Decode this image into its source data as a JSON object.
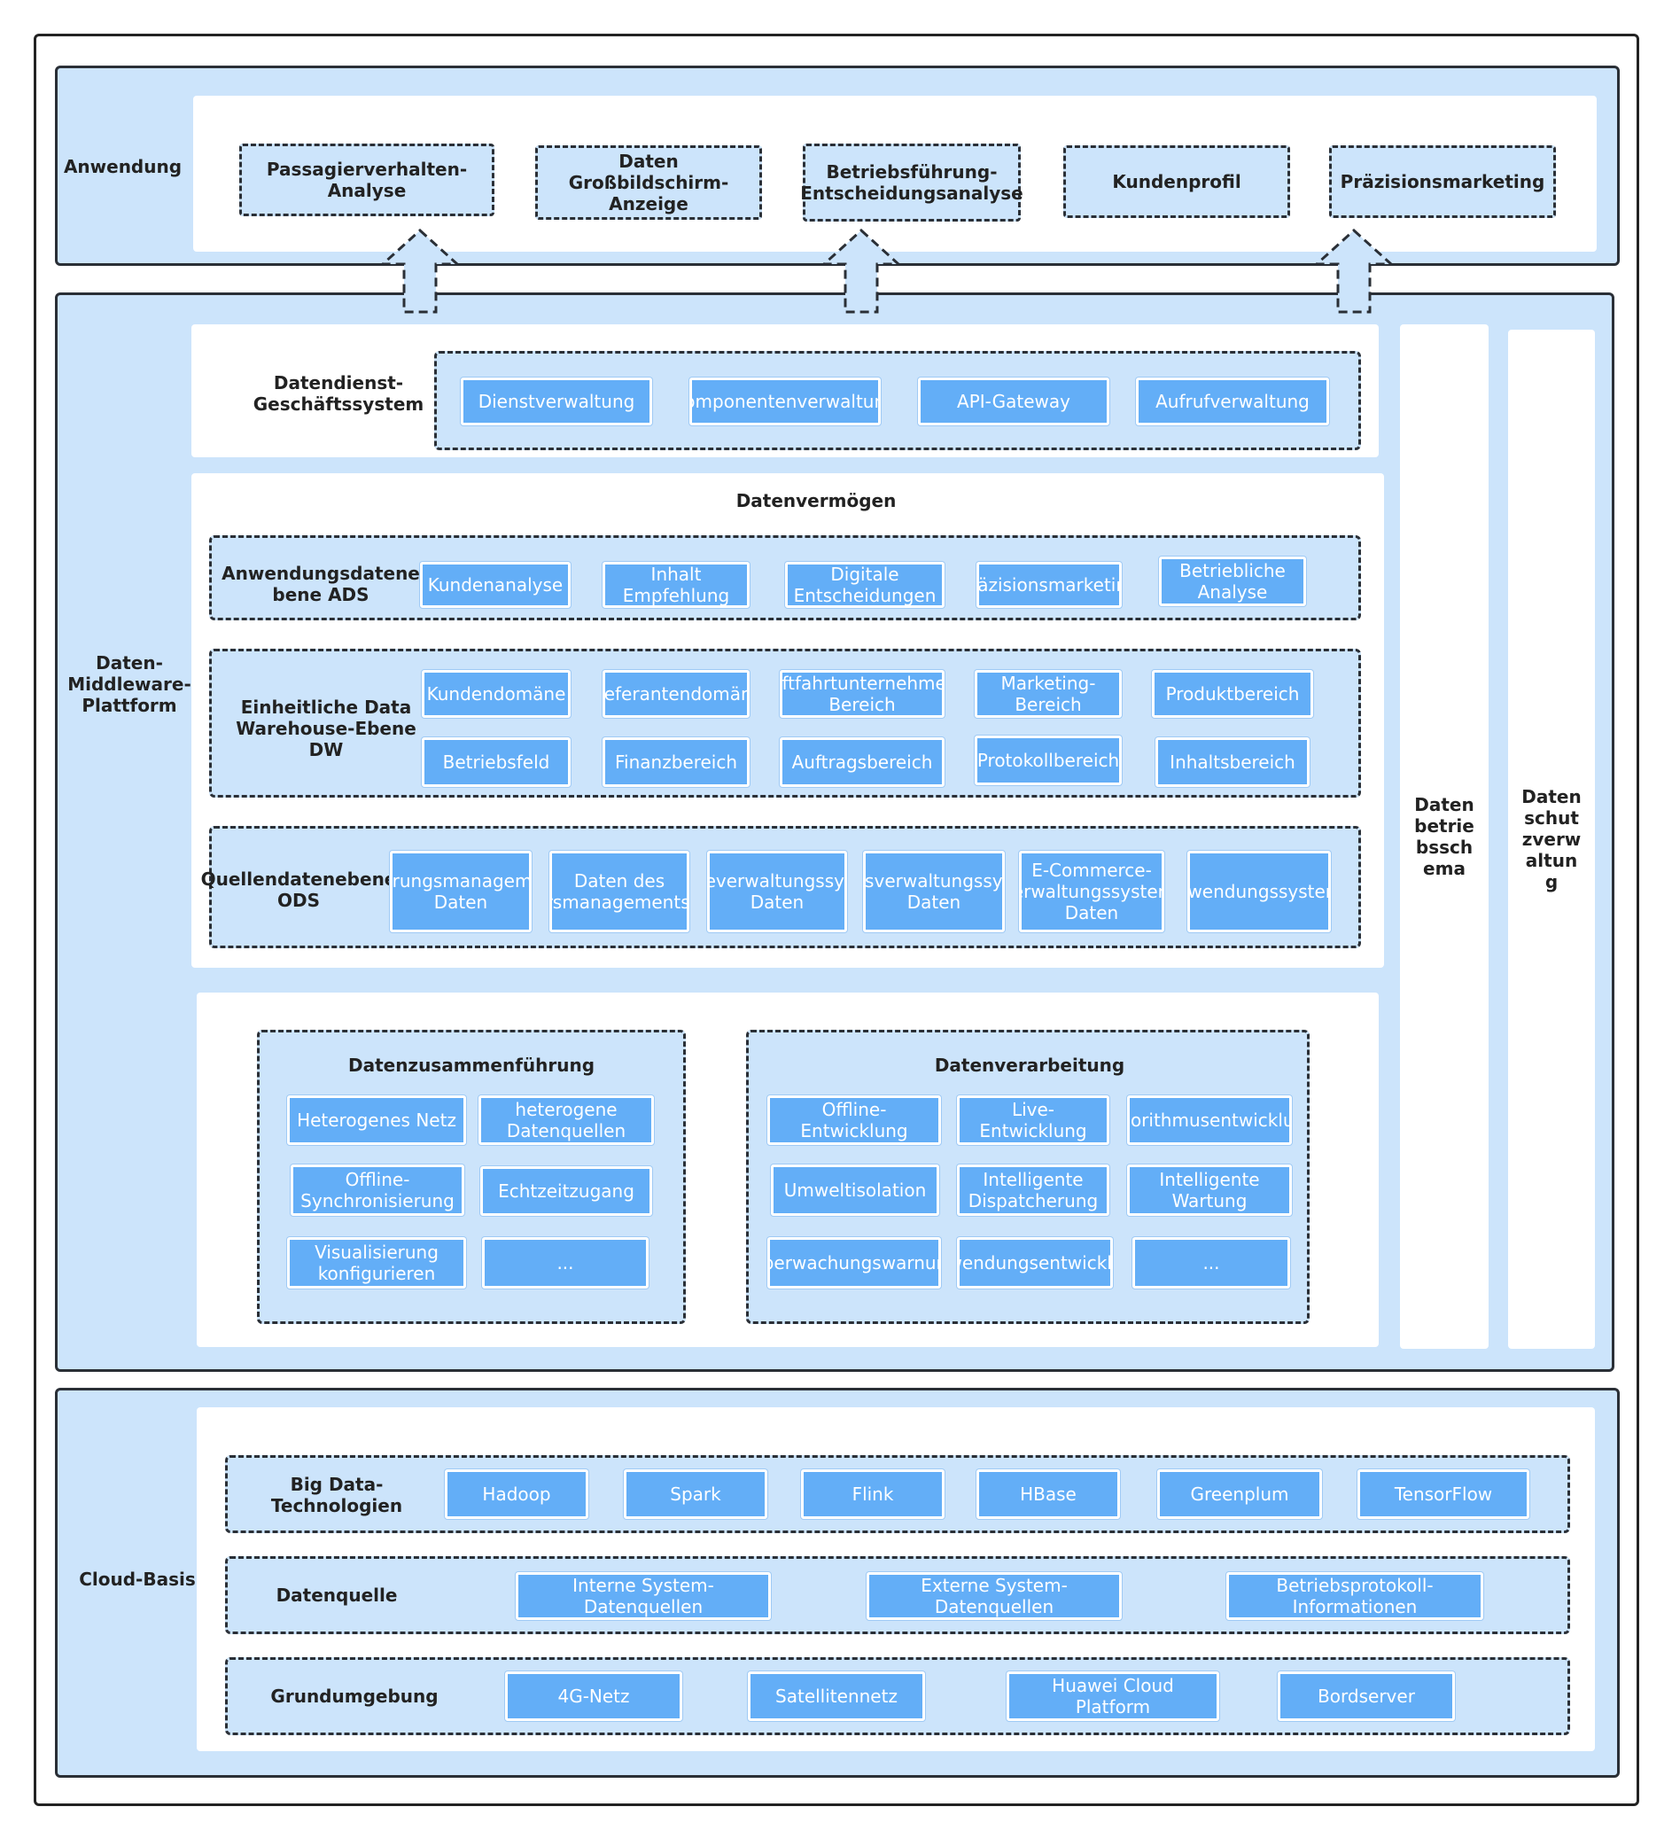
{
  "anwendung": {
    "label": "Anwendung",
    "items": [
      "Passagierverhalten-Analyse",
      "Daten Großbildschirm-Anzeige",
      "Betriebsführung-Entscheidungsanalyse",
      "Kundenprofil",
      "Präzisionsmarketing"
    ]
  },
  "middleware": {
    "label": "Daten-Middleware-Plattform",
    "service": {
      "label": "Datendienst-Geschäftssystem",
      "items": [
        "Dienstverwaltung",
        "Komponentenverwaltung",
        "API-Gateway",
        "Aufrufverwaltung"
      ]
    },
    "assets": {
      "title": "Datenvermögen",
      "ads": {
        "label": "Anwendungsdatenebene ADS",
        "items": [
          "Kundenanalyse",
          "Inhalt Empfehlung",
          "Digitale Entscheidungen",
          "Präzisionsmarketing",
          "Betriebliche Analyse"
        ]
      },
      "dw": {
        "label": "Einheitliche Data Warehouse-Ebene DW",
        "row1": [
          "Kundendomäne",
          "Lieferantendomäne",
          "Luftfahrtunternehmen-Bereich",
          "Marketing-Bereich",
          "Produktbereich"
        ],
        "row2": [
          "Betriebsfeld",
          "Finanzbereich",
          "Auftragsbereich",
          "Protokollbereich",
          "Inhaltsbereich"
        ]
      },
      "ods": {
        "label": "Quellendatenebene ODS",
        "items": [
          "Betriebsführungsmanagementsystem-Daten",
          "Daten des Verkehrsmanagementsystems",
          "Werbeverwaltungssystem-Daten",
          "Inhaltsverwaltungssystem-Daten",
          "E-Commerce-Verwaltungssystem-Daten",
          "Bordanwendungssystemdaten"
        ]
      }
    },
    "integration": {
      "title": "Datenzusammenführung",
      "items": [
        "Heterogenes Netz",
        "heterogene Datenquellen",
        "Offline-Synchronisierung",
        "Echtzeitzugang",
        "Visualisierung konfigurieren",
        "..."
      ]
    },
    "processing": {
      "title": "Datenverarbeitung",
      "items": [
        "Offline-Entwicklung",
        "Live-Entwicklung",
        "Algorithmusentwicklung",
        "Umweltisolation",
        "Intelligente Dispatcherung",
        "Intelligente Wartung",
        "Überwachungswarnung",
        "Anwendungsentwicklung",
        "..."
      ]
    },
    "side1": "Datenbetriebsschema",
    "side2": "Datenschutzverwaltung"
  },
  "cloud": {
    "label": "Cloud-Basis",
    "bigdata": {
      "label": "Big Data-Technologien",
      "items": [
        "Hadoop",
        "Spark",
        "Flink",
        "HBase",
        "Greenplum",
        "TensorFlow"
      ]
    },
    "source": {
      "label": "Datenquelle",
      "items": [
        "Interne System-Datenquellen",
        "Externe System-Datenquellen",
        "Betriebsprotokoll-Informationen"
      ]
    },
    "env": {
      "label": "Grundumgebung",
      "items": [
        "4G-Netz",
        "Satellitennetz",
        "Huawei Cloud Platform",
        "Bordserver"
      ]
    }
  },
  "colors": {
    "band": "#cce4fb",
    "chip": "#63aef7",
    "border": "#2a2f36"
  }
}
